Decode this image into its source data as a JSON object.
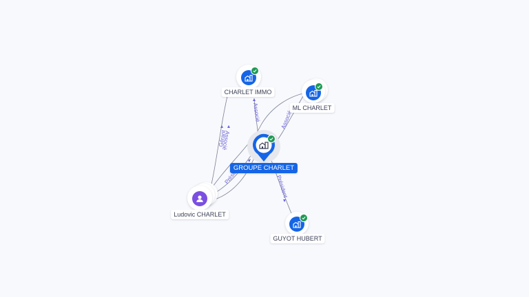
{
  "graph": {
    "nodes": [
      {
        "id": "groupe-charlet",
        "label": "GROUPE CHARLET",
        "type": "company",
        "verified": true,
        "central": true
      },
      {
        "id": "charlet-immo",
        "label": "CHARLET IMMO",
        "type": "company",
        "verified": true
      },
      {
        "id": "ml-charlet",
        "label": "ML CHARLET",
        "type": "company",
        "verified": true
      },
      {
        "id": "ludovic-charlet",
        "label": "Ludovic CHARLET",
        "type": "person",
        "verified": false
      },
      {
        "id": "guyot-hubert",
        "label": "GUYOT HUBERT",
        "type": "company",
        "verified": true
      }
    ],
    "edges": [
      {
        "from": "groupe-charlet",
        "to": "charlet-immo",
        "label": "Associé"
      },
      {
        "from": "groupe-charlet",
        "to": "ml-charlet",
        "label": "Associé"
      },
      {
        "from": "groupe-charlet",
        "to": "guyot-hubert",
        "label": "Président"
      },
      {
        "from": "ludovic-charlet",
        "to": "charlet-immo",
        "label": "Gérant"
      },
      {
        "from": "ludovic-charlet",
        "to": "charlet-immo",
        "label": "Associé"
      },
      {
        "from": "ludovic-charlet",
        "to": "groupe-charlet",
        "label": "Président"
      },
      {
        "from": "ludovic-charlet",
        "to": "ml-charlet",
        "label": ""
      }
    ]
  },
  "colors": {
    "company": "#1565e6",
    "person": "#7b4fe0",
    "verified": "#1f9a55",
    "edge_label": "#6b63d9",
    "background": "#f8f9fc"
  }
}
